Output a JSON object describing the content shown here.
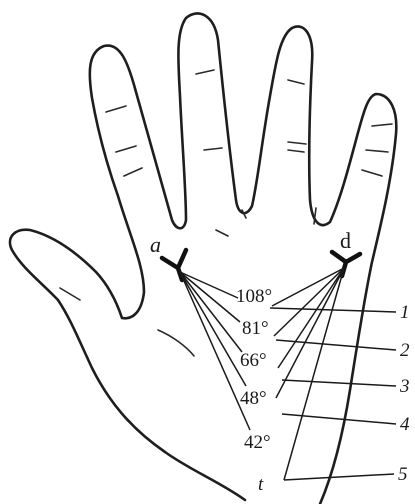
{
  "figure": {
    "triradius_labels": {
      "a": "a",
      "d": "d"
    },
    "angle_labels": [
      "108°",
      "81°",
      "66°",
      "48°",
      "42°"
    ],
    "t_label": "t",
    "index_labels": [
      "1",
      "2",
      "3",
      "4",
      "5"
    ]
  }
}
